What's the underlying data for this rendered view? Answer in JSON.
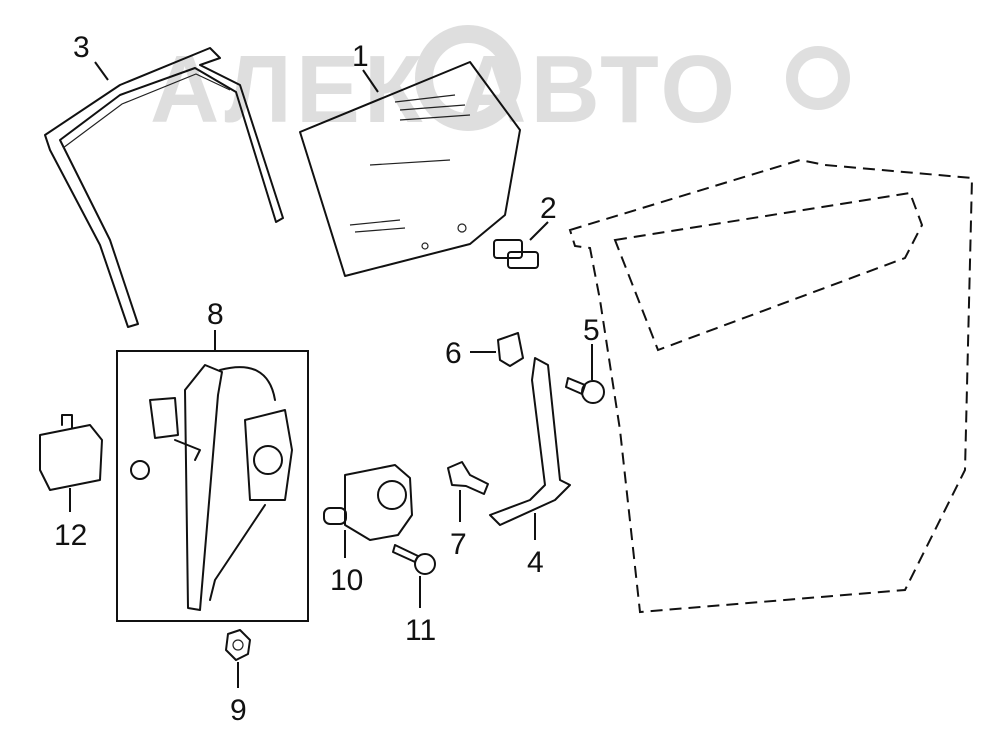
{
  "watermark": "АЛЕК АВТО",
  "callouts": {
    "c1": "1",
    "c2": "2",
    "c3": "3",
    "c4": "4",
    "c5": "5",
    "c6": "6",
    "c7": "7",
    "c8": "8",
    "c9": "9",
    "c10": "10",
    "c11": "11",
    "c12": "12"
  }
}
